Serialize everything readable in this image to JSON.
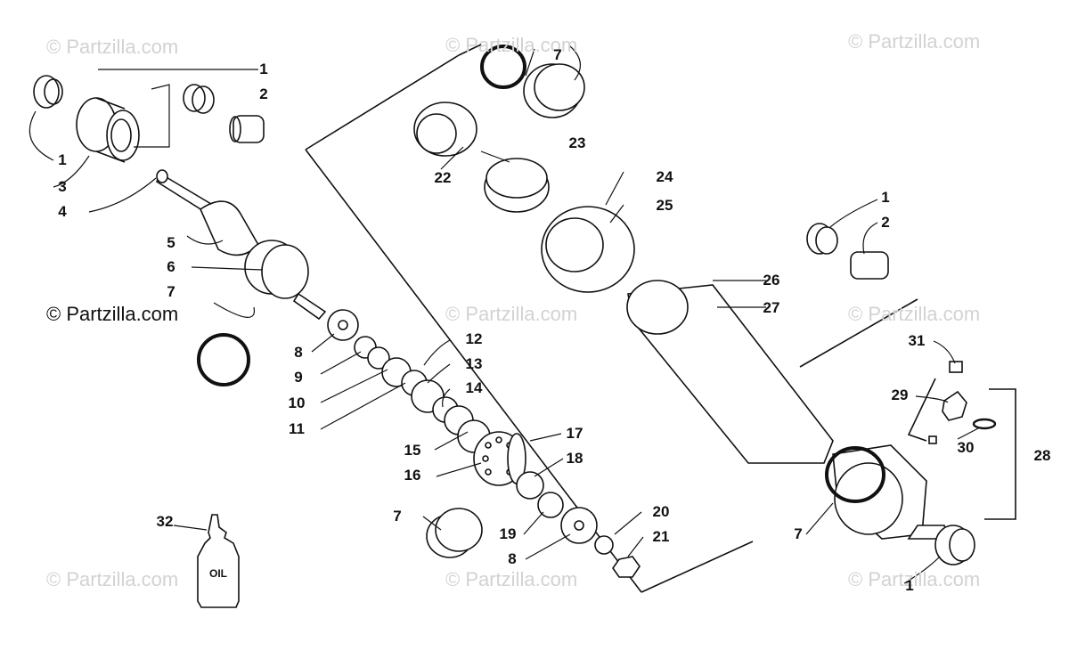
{
  "watermarks": [
    {
      "text": "© Partzilla.com",
      "kind": "faint"
    },
    {
      "text": "© Partzilla.com",
      "kind": "faint"
    },
    {
      "text": "© Partzilla.com",
      "kind": "faint"
    },
    {
      "text": "© Partzilla.com",
      "kind": "strong"
    },
    {
      "text": "© Partzilla.com",
      "kind": "faint"
    },
    {
      "text": "© Partzilla.com",
      "kind": "faint"
    },
    {
      "text": "© Partzilla.com",
      "kind": "faint"
    },
    {
      "text": "© Partzilla.com",
      "kind": "faint"
    },
    {
      "text": "© Partzilla.com",
      "kind": "faint"
    }
  ],
  "callouts": [
    "1",
    "1",
    "2",
    "3",
    "4",
    "5",
    "6",
    "7",
    "8",
    "9",
    "10",
    "11",
    "12",
    "13",
    "14",
    "15",
    "16",
    "17",
    "18",
    "19",
    "20",
    "21",
    "8",
    "7",
    "7",
    "22",
    "23",
    "24",
    "25",
    "26",
    "27",
    "1",
    "2",
    "31",
    "29",
    "30",
    "28",
    "7",
    "1",
    "32"
  ],
  "oil_bottle_label": "OIL",
  "colors": {
    "ink": "#111111",
    "watermark": "#d2d2d2",
    "background": "#ffffff"
  }
}
